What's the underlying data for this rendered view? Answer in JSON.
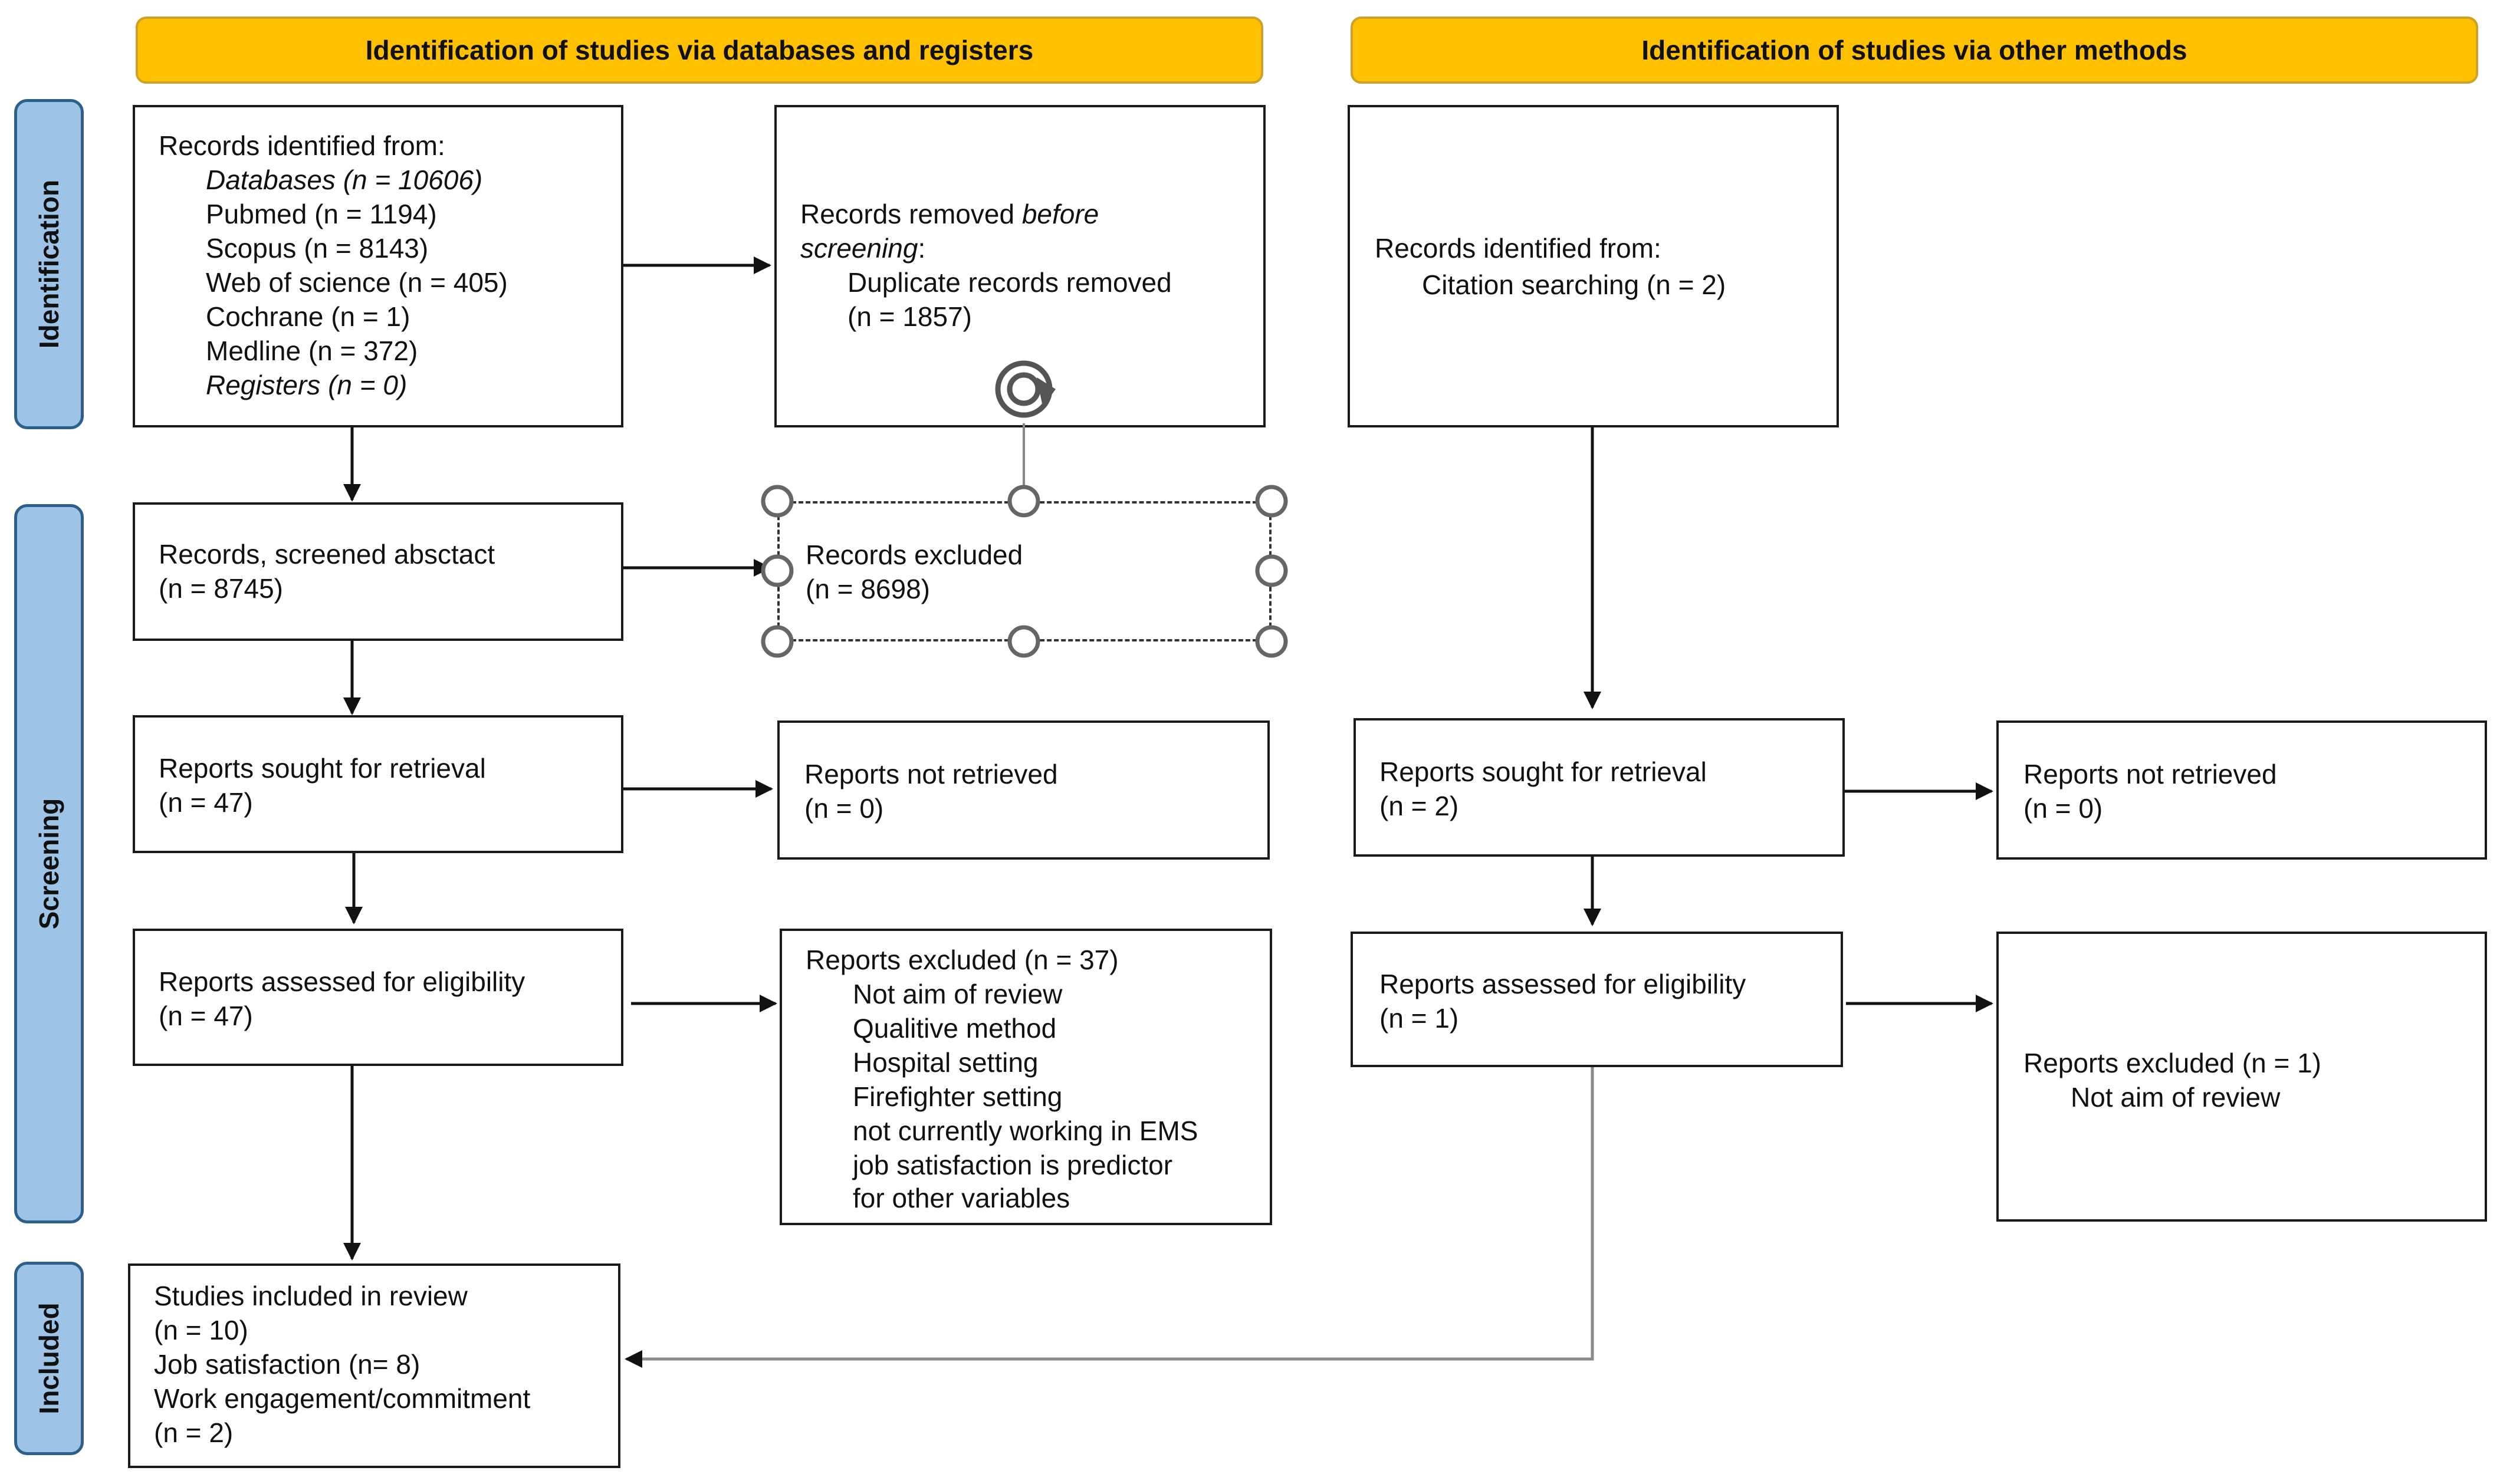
{
  "headers": {
    "databases": "Identification of studies via databases and registers",
    "other": "Identification of studies via other methods"
  },
  "phases": {
    "identification": "Identification",
    "screening": "Screening",
    "included": "Included"
  },
  "db": {
    "records_identified": {
      "title": "Records identified from:",
      "databases": "Databases (n = 10606)",
      "pubmed": "Pubmed (n = 1194)",
      "scopus": "Scopus (n = 8143)",
      "wos": "Web of science (n = 405)",
      "cochrane": "Cochrane (n = 1)",
      "medline": "Medline (n = 372)",
      "registers": "Registers (n = 0)"
    },
    "removed": {
      "title_a": "Records removed ",
      "title_b": "before",
      "title_c": "screening",
      "title_d": ":",
      "line1": "Duplicate records removed",
      "line2": "(n = 1857)"
    },
    "screened": {
      "line1": "Records, screened absctact",
      "line2": "(n = 8745)"
    },
    "excluded": {
      "line1": "Records excluded",
      "line2": "(n = 8698)"
    },
    "sought": {
      "line1": "Reports sought for retrieval",
      "line2": "(n = 47)"
    },
    "not_retrieved": {
      "line1": "Reports not retrieved",
      "line2": "(n = 0)"
    },
    "assessed": {
      "line1": "Reports assessed for eligibility",
      "line2": "(n = 47)"
    },
    "reports_excluded": {
      "title": "Reports excluded (n = 37)",
      "reasons": [
        "Not aim of review",
        "Qualitive method",
        "Hospital setting",
        "Firefighter setting",
        "not currently working in EMS",
        "job satisfaction is predictor",
        "for other variables"
      ]
    },
    "included": {
      "lines": [
        "Studies included in review",
        "(n = 10)",
        "Job satisfaction (n= 8)",
        "Work engagement/commitment",
        "(n = 2)"
      ]
    }
  },
  "other": {
    "records_identified": {
      "title": "Records identified from:",
      "line1": "Citation searching (n = 2)"
    },
    "sought": {
      "line1": "Reports sought for retrieval",
      "line2": "(n = 2)"
    },
    "not_retrieved": {
      "line1": "Reports not retrieved",
      "line2": "(n = 0)"
    },
    "assessed": {
      "line1": "Reports assessed for eligibility",
      "line2": "(n = 1)"
    },
    "reports_excluded": {
      "title": "Reports excluded (n = 1)",
      "reason": "Not aim of review"
    }
  },
  "colors": {
    "header_fill": "#FFC000",
    "phase_fill": "#9DC3E6",
    "phase_border": "#2E5F8A",
    "line": "#1a1a1a"
  },
  "icons": {
    "rotate_handle": "rotate-icon",
    "resize_handle": "resize-handle-icon"
  }
}
